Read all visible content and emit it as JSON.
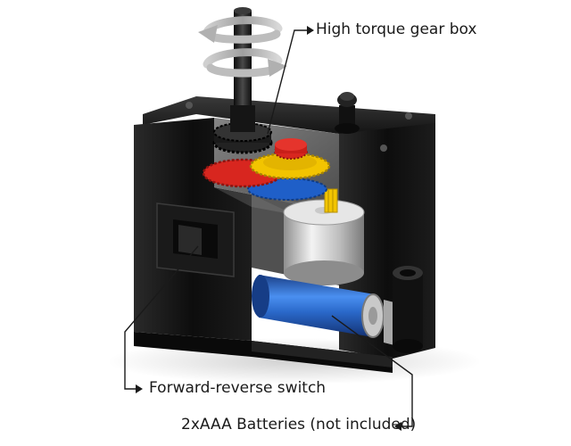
{
  "callouts": {
    "gearbox": "High torque gear box",
    "switch": "Forward-reverse switch",
    "batteries": "2xAAA Batteries (not included)"
  },
  "colors": {
    "housing": "#111111",
    "gear_red": "#d8261f",
    "gear_yellow": "#f2c400",
    "gear_blue": "#1f5fc8",
    "battery": "#2a68c9",
    "motor": "#c9c9c9"
  },
  "icons": [
    "rotation-arrow-icon",
    "arrowhead-icon"
  ]
}
